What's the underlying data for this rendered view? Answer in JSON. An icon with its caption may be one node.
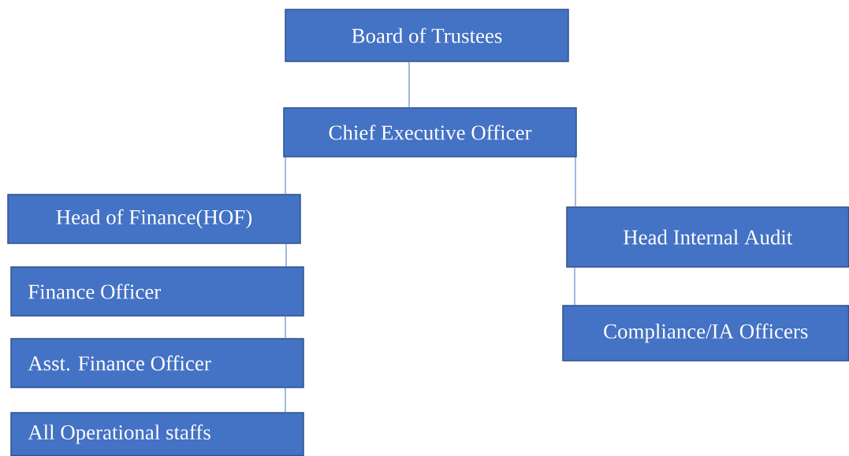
{
  "diagram": {
    "nodes": [
      {
        "text": [
          "Board of Trustees"
        ]
      },
      {
        "text": [
          "Chief Executive Officer"
        ]
      },
      {
        "text": [
          "Head of Finance(HOF)"
        ]
      },
      {
        "text": [
          "Finance Officer"
        ]
      },
      {
        "text": [
          "Asst. Finance Officer"
        ]
      },
      {
        "text": [
          "All Operational staffs"
        ]
      },
      {
        "text": [
          "Head Internal Audit"
        ]
      },
      {
        "text": [
          "Compliance/IA Officers"
        ]
      }
    ],
    "edges": [
      {
        "from": 0,
        "to": 1,
        "arrow": "none"
      },
      {
        "from": 1,
        "to": 2,
        "arrow": "none"
      },
      {
        "from": 2,
        "to": 3,
        "arrow": "none"
      },
      {
        "from": 3,
        "to": 4,
        "arrow": "none"
      },
      {
        "from": 4,
        "to": 5,
        "arrow": "none"
      },
      {
        "from": 1,
        "to": 6,
        "arrow": "none"
      },
      {
        "from": 6,
        "to": 7,
        "arrow": "none"
      }
    ]
  }
}
